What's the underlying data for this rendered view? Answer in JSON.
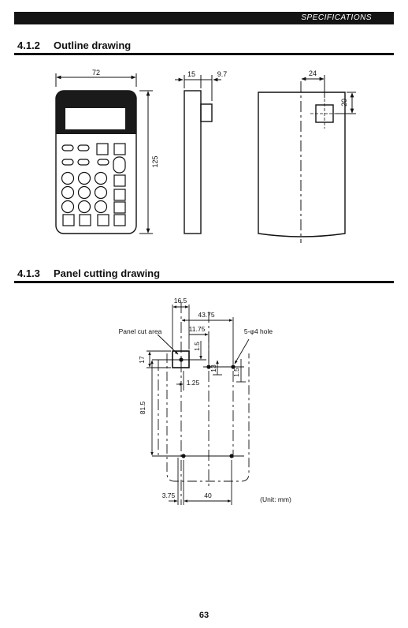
{
  "header": {
    "section_label": "SPECIFICATIONS"
  },
  "section_outline": {
    "number": "4.1.2",
    "title": "Outline drawing"
  },
  "outline_dims": {
    "width": "72",
    "height": "125",
    "depth": "15",
    "protrusion": "9.7",
    "offset_x": "24",
    "offset_y": "20"
  },
  "section_panel": {
    "number": "4.1.3",
    "title": "Panel cutting drawing"
  },
  "panel_dims": {
    "d_16_5": "16.5",
    "d_43_75": "43.75",
    "d_11_75": "11.75",
    "d_1_5_a": "1.5",
    "d_17": "17",
    "d_13": "13",
    "d_1_5_b": "1.5",
    "d_1_25": "1.25",
    "d_81_5": "81.5",
    "d_3_75": "3.75",
    "d_40": "40"
  },
  "panel_labels": {
    "cut_area": "Panel cut area",
    "hole": "5-φ4 hole",
    "unit": "(Unit: mm)"
  },
  "footer": {
    "page_number": "63"
  }
}
